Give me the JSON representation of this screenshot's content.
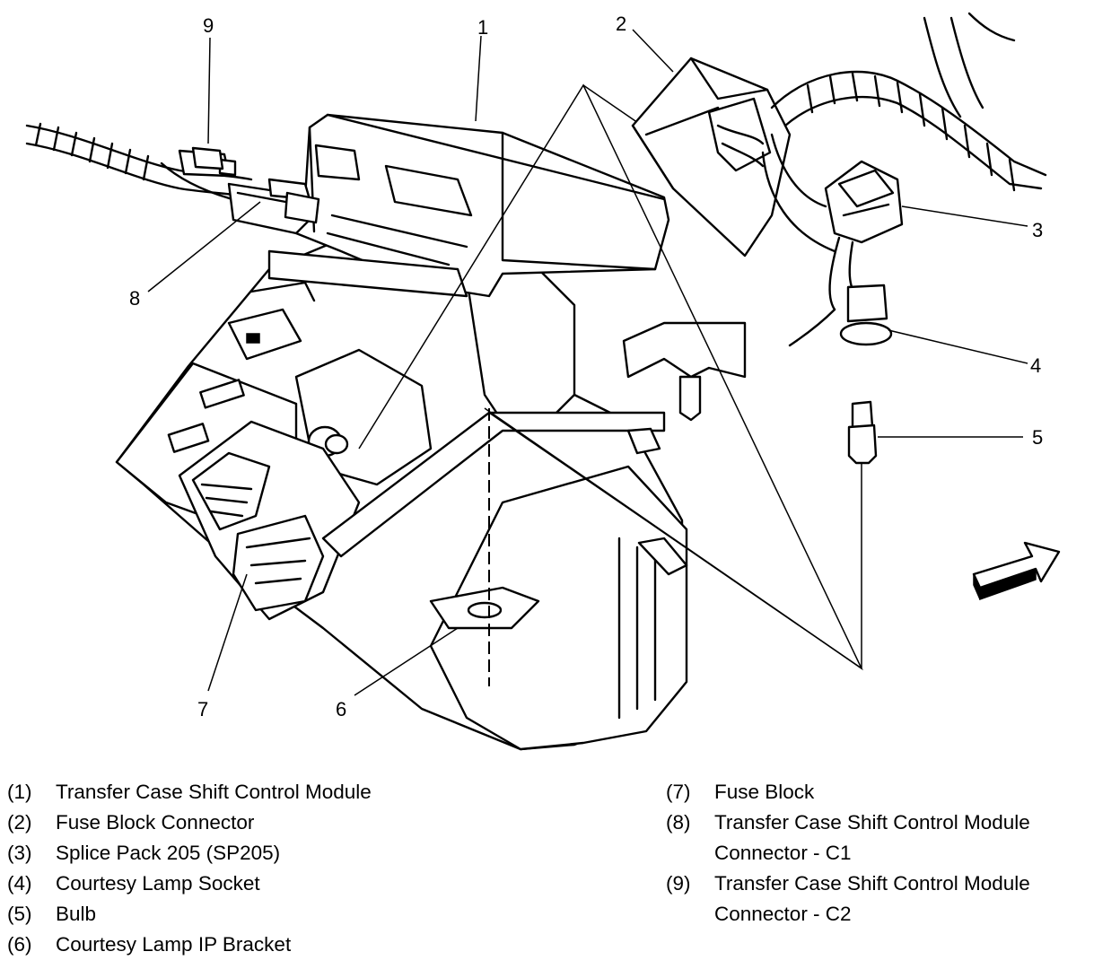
{
  "callouts": [
    {
      "id": "1",
      "label": "1"
    },
    {
      "id": "2",
      "label": "2"
    },
    {
      "id": "3",
      "label": "3"
    },
    {
      "id": "4",
      "label": "4"
    },
    {
      "id": "5",
      "label": "5"
    },
    {
      "id": "6",
      "label": "6"
    },
    {
      "id": "7",
      "label": "7"
    },
    {
      "id": "8",
      "label": "8"
    },
    {
      "id": "9",
      "label": "9"
    }
  ],
  "legend": {
    "left": [
      {
        "num": "(1)",
        "text": "Transfer Case Shift Control Module"
      },
      {
        "num": "(2)",
        "text": "Fuse Block Connector"
      },
      {
        "num": "(3)",
        "text": "Splice Pack 205 (SP205)"
      },
      {
        "num": "(4)",
        "text": "Courtesy Lamp Socket"
      },
      {
        "num": "(5)",
        "text": "Bulb"
      },
      {
        "num": "(6)",
        "text": "Courtesy Lamp IP Bracket"
      }
    ],
    "right": [
      {
        "num": "(7)",
        "text": "Fuse Block"
      },
      {
        "num": "(8)",
        "text": "Transfer Case Shift Control Module",
        "text2": "Connector - C1"
      },
      {
        "num": "(9)",
        "text": "Transfer Case Shift Control Module",
        "text2": "Connector - C2"
      }
    ]
  },
  "icons": {
    "direction_arrow": "forward-arrow-icon"
  }
}
